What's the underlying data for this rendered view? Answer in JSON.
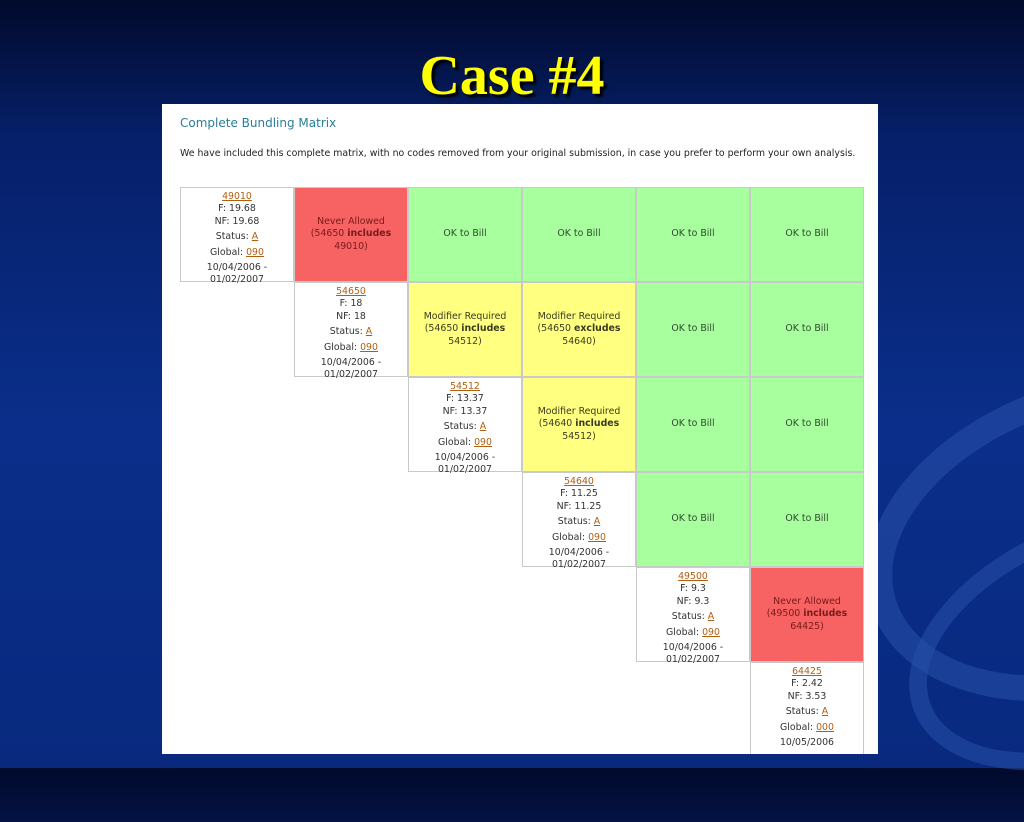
{
  "slide": {
    "title": "Case #4"
  },
  "panel": {
    "heading": "Complete Bundling Matrix",
    "intro": "We have included this complete matrix, with no codes removed from your original submission, in case you prefer to perform your own analysis."
  },
  "labels": {
    "fee": "F:",
    "nf": "NF:",
    "status": "Status:",
    "global": "Global:"
  },
  "colors": {
    "never_allowed": "#f76262",
    "ok_to_bill": "#a8ff9d",
    "modifier_required": "#ffff80"
  },
  "codes": [
    {
      "code": "49010",
      "f": "19.68",
      "nf": "19.68",
      "status": "A",
      "global": "090",
      "date_line1": "10/04/2006 -",
      "date_line2": "01/02/2007"
    },
    {
      "code": "54650",
      "f": "18",
      "nf": "18",
      "status": "A",
      "global": "090",
      "date_line1": "10/04/2006 -",
      "date_line2": "01/02/2007"
    },
    {
      "code": "54512",
      "f": "13.37",
      "nf": "13.37",
      "status": "A",
      "global": "090",
      "date_line1": "10/04/2006 -",
      "date_line2": "01/02/2007"
    },
    {
      "code": "54640",
      "f": "11.25",
      "nf": "11.25",
      "status": "A",
      "global": "090",
      "date_line1": "10/04/2006 -",
      "date_line2": "01/02/2007"
    },
    {
      "code": "49500",
      "f": "9.3",
      "nf": "9.3",
      "status": "A",
      "global": "090",
      "date_line1": "10/04/2006 -",
      "date_line2": "01/02/2007"
    },
    {
      "code": "64425",
      "f": "2.42",
      "nf": "3.53",
      "status": "A",
      "global": "000",
      "date_line1": "10/05/2006",
      "date_line2": ""
    }
  ],
  "matrix": [
    {
      "row": 0,
      "col": 1,
      "kind": "red",
      "title": "Never Allowed",
      "open": "(54650",
      "verb": "includes",
      "close": "49010)"
    },
    {
      "row": 0,
      "col": 2,
      "kind": "green",
      "title": "OK to Bill"
    },
    {
      "row": 0,
      "col": 3,
      "kind": "green",
      "title": "OK to Bill"
    },
    {
      "row": 0,
      "col": 4,
      "kind": "green",
      "title": "OK to Bill"
    },
    {
      "row": 0,
      "col": 5,
      "kind": "green",
      "title": "OK to Bill"
    },
    {
      "row": 1,
      "col": 2,
      "kind": "yellow",
      "title": "Modifier Required",
      "open": "(54650",
      "verb": "includes",
      "close": "54512)"
    },
    {
      "row": 1,
      "col": 3,
      "kind": "yellow",
      "title": "Modifier Required",
      "open": "(54650",
      "verb": "excludes",
      "close": "54640)"
    },
    {
      "row": 1,
      "col": 4,
      "kind": "green",
      "title": "OK to Bill"
    },
    {
      "row": 1,
      "col": 5,
      "kind": "green",
      "title": "OK to Bill"
    },
    {
      "row": 2,
      "col": 3,
      "kind": "yellow",
      "title": "Modifier Required",
      "open": "(54640",
      "verb": "includes",
      "close": "54512)"
    },
    {
      "row": 2,
      "col": 4,
      "kind": "green",
      "title": "OK to Bill"
    },
    {
      "row": 2,
      "col": 5,
      "kind": "green",
      "title": "OK to Bill"
    },
    {
      "row": 3,
      "col": 4,
      "kind": "green",
      "title": "OK to Bill"
    },
    {
      "row": 3,
      "col": 5,
      "kind": "green",
      "title": "OK to Bill"
    },
    {
      "row": 4,
      "col": 5,
      "kind": "red",
      "title": "Never Allowed",
      "open": "(49500",
      "verb": "includes",
      "close": "64425)"
    }
  ]
}
